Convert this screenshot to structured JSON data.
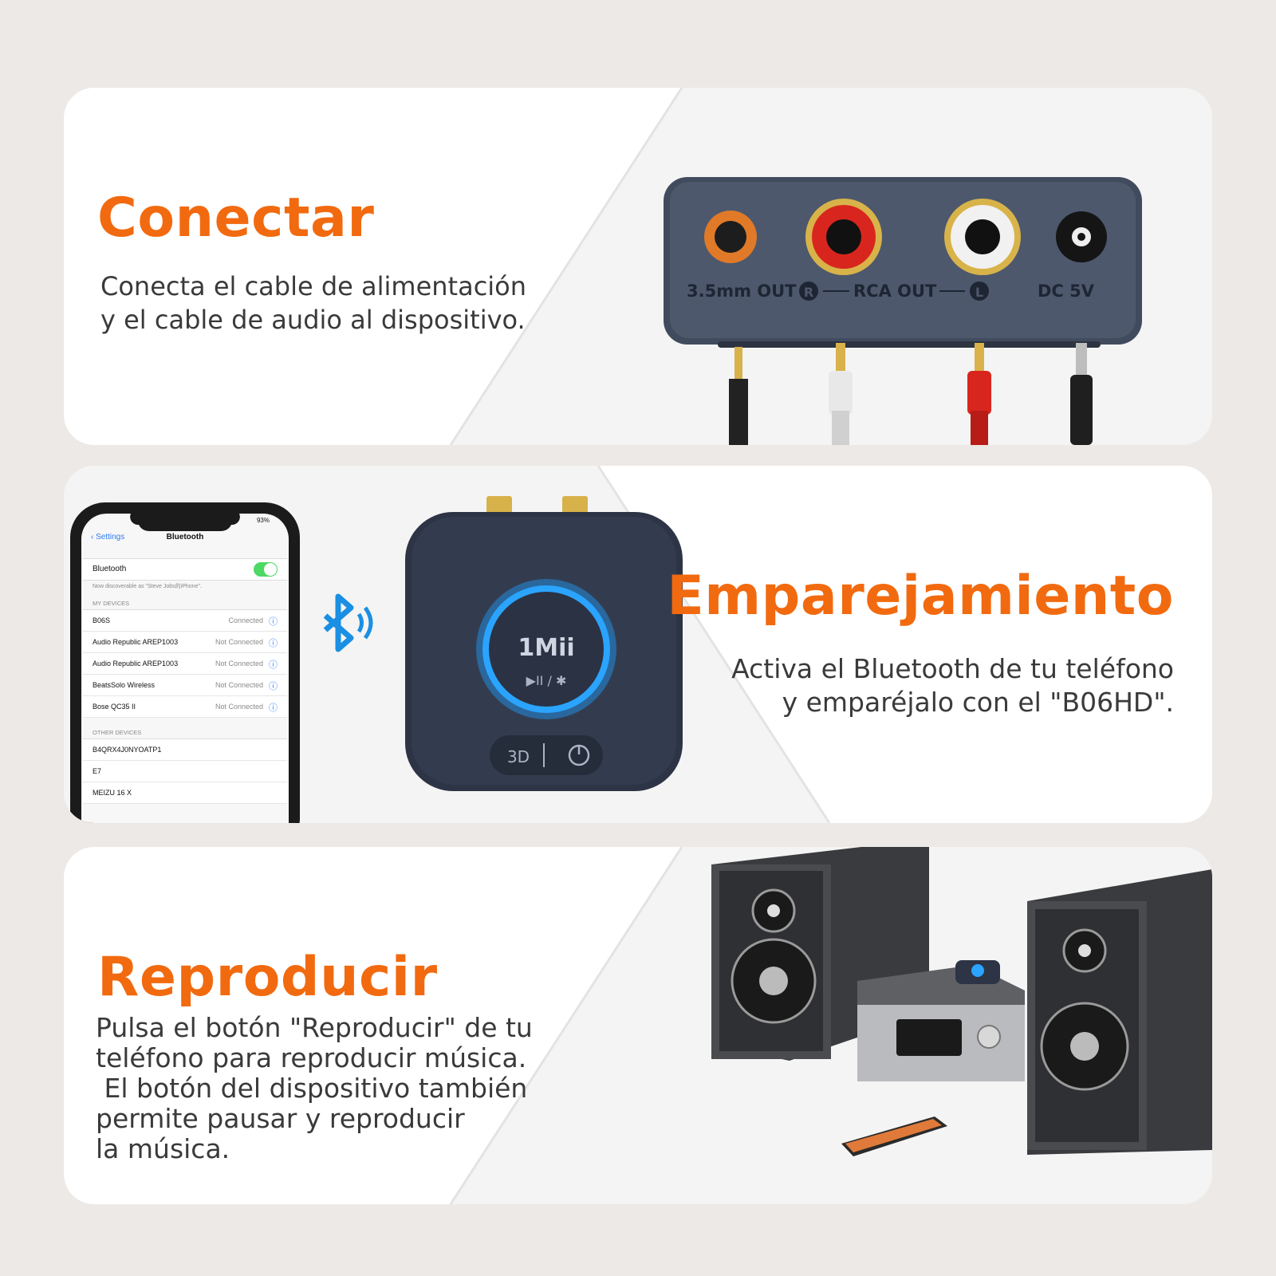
{
  "accent_color": "#f26a0f",
  "panels": [
    {
      "title": "Conectar",
      "desc": [
        "Conecta el cable de alimentación",
        "y el cable de audio al dispositivo."
      ],
      "device_labels": {
        "out35": "3.5mm OUT",
        "r": "R",
        "rca": "RCA OUT",
        "l": "L",
        "dc": "DC 5V"
      }
    },
    {
      "title": "Emparejamiento",
      "desc": [
        "Activa el Bluetooth de tu teléfono",
        "y emparéjalo con el \"B06HD\"."
      ],
      "device_brand": "1Mii",
      "device_controls": "▶II / ✱",
      "device_button_3d": "3D",
      "phone": {
        "back": "Settings",
        "header": "Bluetooth",
        "toggle_label": "Bluetooth",
        "discoverable": "Now discoverable as \"Steve Jobs的iPhone\".",
        "my_devices_header": "MY DEVICES",
        "my_devices": [
          {
            "name": "B06S",
            "status": "Connected"
          },
          {
            "name": "Audio Republic AREP1003",
            "status": "Not Connected"
          },
          {
            "name": "Audio Republic AREP1003",
            "status": "Not Connected"
          },
          {
            "name": "BeatsSolo Wireless",
            "status": "Not Connected"
          },
          {
            "name": "Bose QC35 II",
            "status": "Not Connected"
          }
        ],
        "other_devices_header": "OTHER DEVICES",
        "other_devices": [
          "B4QRX4J0NYOATP1",
          "E7",
          "MEIZU 16 X"
        ],
        "battery": "93%"
      }
    },
    {
      "title": "Reproducir",
      "desc": [
        "Pulsa el botón \"Reproducir\" de tu",
        "teléfono para reproducir música.",
        " El botón del dispositivo también",
        "permite pausar y reproducir",
        "la música."
      ]
    }
  ]
}
